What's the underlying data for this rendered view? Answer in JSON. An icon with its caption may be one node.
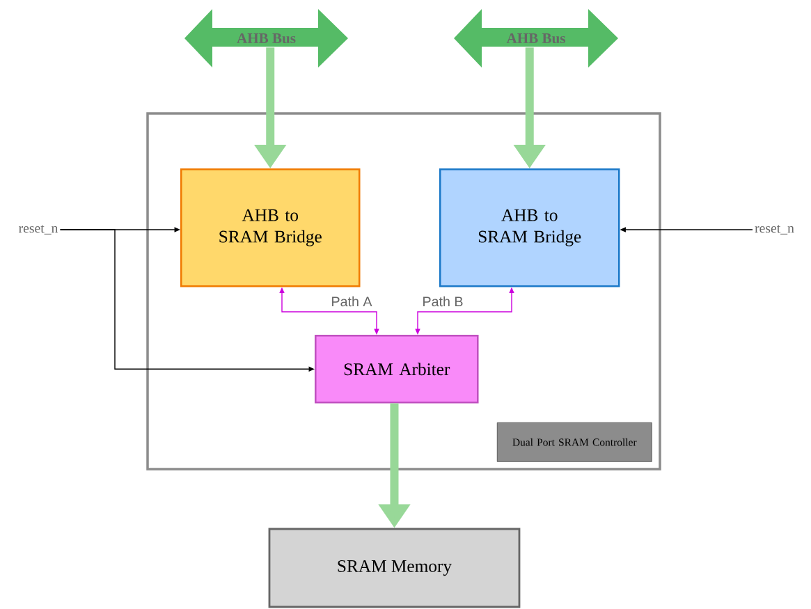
{
  "diagram": {
    "nodes": [
      {
        "text": [
          "AHB Bus"
        ]
      },
      {
        "text": [
          "AHB Bus"
        ]
      },
      {
        "text": [
          "reset_n"
        ]
      },
      {
        "text": [],
        "shape": "box"
      },
      {
        "text": [
          "AHB to SRAM Bridge"
        ],
        "in": 3
      },
      {
        "text": [
          "AHB to SRAM Bridge"
        ],
        "in": 3
      },
      {
        "text": [
          "reset_n"
        ]
      },
      {
        "text": [
          "SRAM Arbiter"
        ],
        "in": 3
      },
      {
        "text": [
          "Dual Port SRAM Controller"
        ],
        "in": 3
      },
      {
        "text": [
          "SRAM Memory"
        ]
      }
    ],
    "edges": [
      {
        "from": 0,
        "to": 4,
        "arrow": "to",
        "style": "thick",
        "color": "#98d898"
      },
      {
        "from": 1,
        "to": 5,
        "arrow": "to",
        "style": "thick",
        "color": "#98d898"
      },
      {
        "from": 2,
        "to": 4,
        "arrow": "to",
        "color": "#000000"
      },
      {
        "from": 2,
        "to": 7,
        "arrow": "to",
        "color": "#000000"
      },
      {
        "from": 6,
        "to": 5,
        "arrow": "to",
        "color": "#000000"
      },
      {
        "from": 4,
        "to": 7,
        "arrow": "both",
        "label": "Path A",
        "color": "#cc00dd"
      },
      {
        "from": 5,
        "to": 7,
        "arrow": "both",
        "label": "Path B",
        "color": "#cc00dd"
      },
      {
        "from": 7,
        "to": 9,
        "arrow": "to",
        "style": "thick",
        "color": "#98d898"
      }
    ]
  }
}
